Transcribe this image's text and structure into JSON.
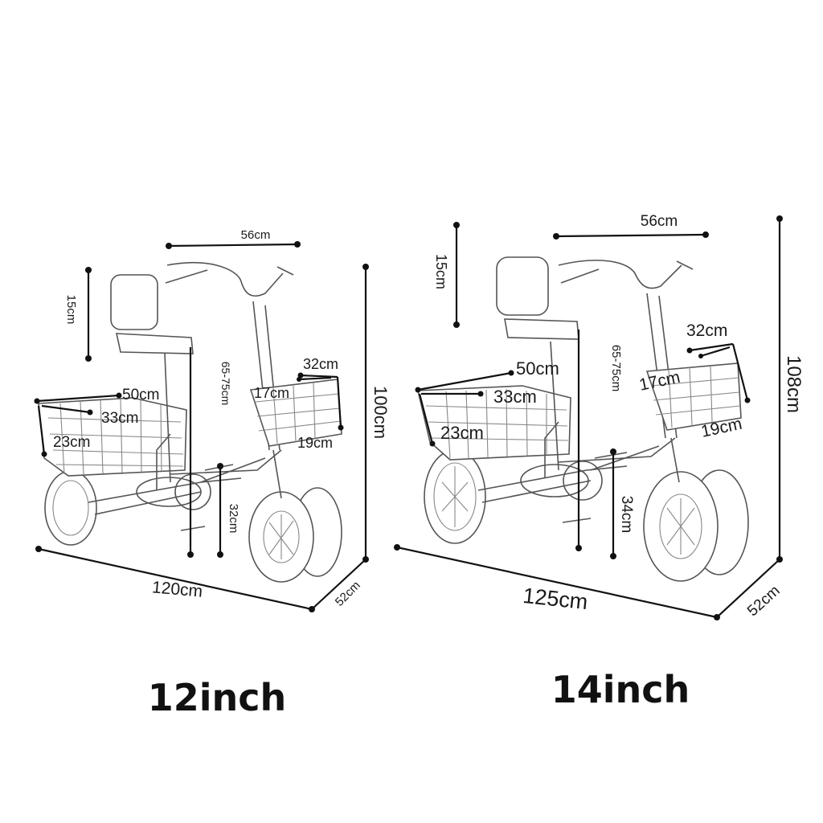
{
  "models": [
    {
      "name": "12inch",
      "dims": {
        "handlebar_width": "56cm",
        "backrest_height": "15cm",
        "seat_height": "65-75cm",
        "overall_height": "100cm",
        "rear_basket_length": "50cm",
        "rear_basket_width": "33cm",
        "rear_basket_height": "23cm",
        "front_basket_length": "32cm",
        "front_basket_width": "17cm",
        "front_basket_height": "19cm",
        "pedal_height": "32cm",
        "overall_length": "120cm",
        "overall_width": "52cm"
      }
    },
    {
      "name": "14inch",
      "dims": {
        "handlebar_width": "56cm",
        "backrest_height": "15cm",
        "seat_height": "65-75cm",
        "overall_height": "108cm",
        "rear_basket_length": "50cm",
        "rear_basket_width": "33cm",
        "rear_basket_height": "23cm",
        "front_basket_length": "32cm",
        "front_basket_width": "17cm",
        "front_basket_height": "19cm",
        "pedal_height": "34cm",
        "overall_length": "125cm",
        "overall_width": "52cm"
      }
    }
  ]
}
